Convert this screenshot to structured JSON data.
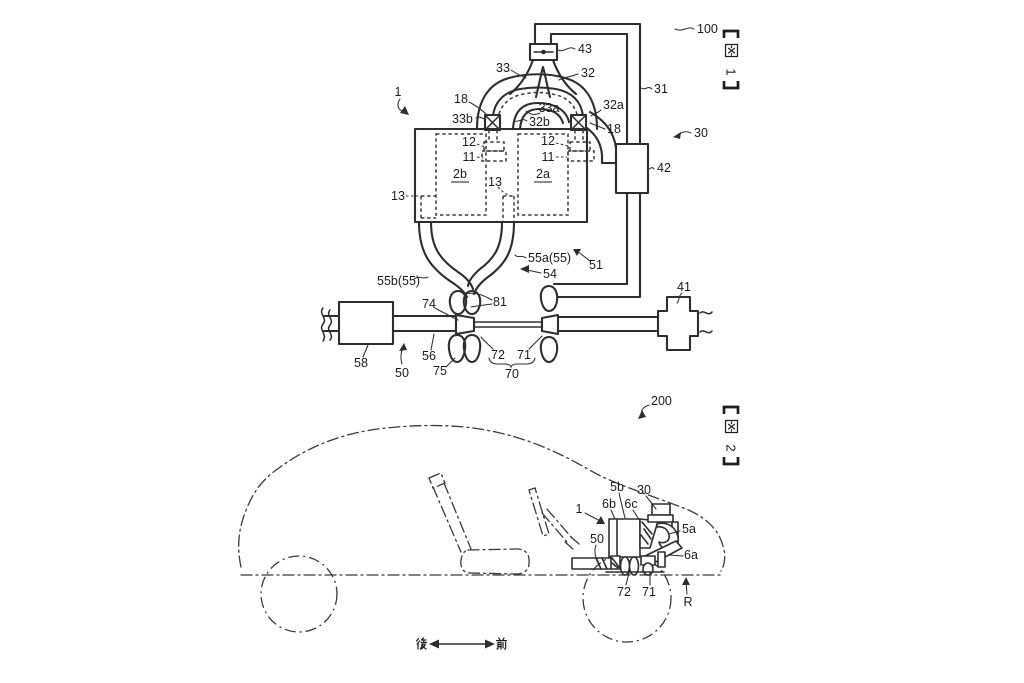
{
  "page": {
    "background": "#ffffff",
    "ink_color": "#2e2e2e"
  },
  "figure1": {
    "ref_number": "100",
    "caption": "【図1】",
    "caption_number": "1",
    "labels": {
      "n1": "1",
      "n100": "100",
      "n43": "43",
      "n33": "33",
      "n32": "32",
      "n18_left": "18",
      "n18_right": "18",
      "n33a": "33a",
      "n33b": "33b",
      "n32a": "32a",
      "n32b": "32b",
      "n31": "31",
      "n30": "30",
      "n12_left": "12",
      "n12_right": "12",
      "n11_left": "11",
      "n11_right": "11",
      "n42": "42",
      "n2b": "2b",
      "n2a": "2a",
      "n13_mid": "13",
      "n13_left": "13",
      "n55a": "55a(55)",
      "n51": "51",
      "n54": "54",
      "n55b": "55b(55)",
      "n74": "74",
      "n81": "81",
      "n58": "58",
      "n50": "50",
      "n56": "56",
      "n75": "75",
      "n72": "72",
      "n71": "71",
      "n70": "70",
      "n41": "41"
    }
  },
  "figure2": {
    "ref_number": "200",
    "caption": "【図2】",
    "caption_number": "2",
    "labels": {
      "n5b": "5b",
      "n30": "30",
      "n1": "1",
      "n6b": "6b",
      "n6c": "6c",
      "n5a": "5a",
      "n50": "50",
      "n6a": "6a",
      "n72": "72",
      "n71": "71",
      "nR": "R"
    },
    "direction": {
      "rear": "後",
      "front": "前"
    }
  }
}
